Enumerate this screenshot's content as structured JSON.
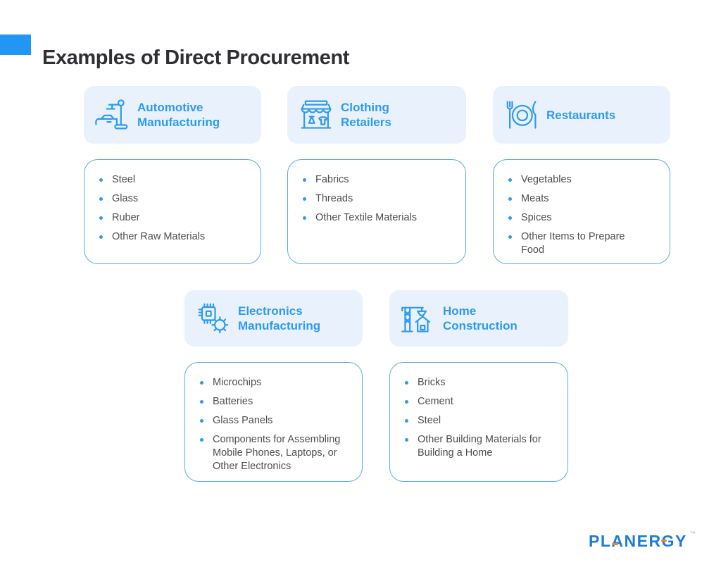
{
  "title": "Examples of Direct Procurement",
  "colors": {
    "accent_blue": "#2196F3",
    "icon_blue": "#2E9AF0",
    "header_card_bg": "#E9F2FC",
    "list_border_blue": "#55ABF2",
    "body_text": "#4e4e52",
    "logo_blue": "#1C7CD6",
    "logo_orange": "#F58220"
  },
  "categories": [
    {
      "name": "Automotive Manufacturing",
      "icon": "car-lift-icon",
      "items": [
        "Steel",
        "Glass",
        "Ruber",
        "Other Raw Materials"
      ]
    },
    {
      "name": "Clothing Retailers",
      "icon": "storefront-icon",
      "items": [
        "Fabrics",
        "Threads",
        "Other Textile Materials"
      ]
    },
    {
      "name": "Restaurants",
      "icon": "plate-cutlery-icon",
      "items": [
        "Vegetables",
        "Meats",
        "Spices",
        "Other Items to Prepare Food"
      ]
    },
    {
      "name": "Electronics Manufacturing",
      "icon": "microchip-gear-icon",
      "items": [
        "Microchips",
        "Batteries",
        "Glass Panels",
        "Components for Assembling Mobile Phones, Laptops, or Other Electronics"
      ]
    },
    {
      "name": "Home Construction",
      "icon": "crane-house-icon",
      "items": [
        "Bricks",
        "Cement",
        "Steel",
        "Other Building Materials for Building a Home"
      ]
    }
  ],
  "logo": {
    "text": "PLANERGY",
    "tm": "™"
  }
}
